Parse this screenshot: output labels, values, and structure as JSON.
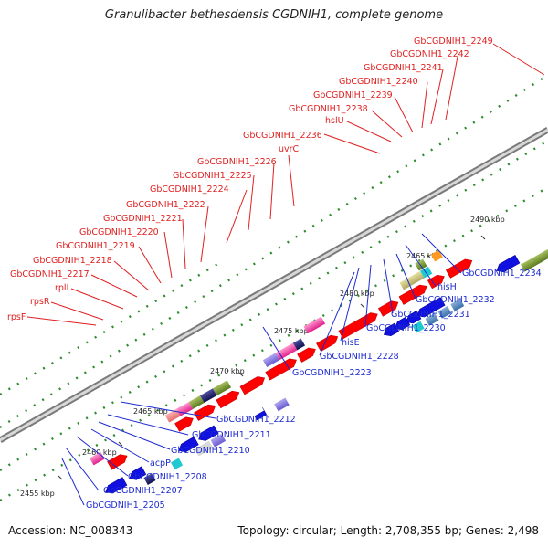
{
  "title": "Granulibacter bethesdensis CGDNIH1, complete genome",
  "accession": "Accession: NC_008343",
  "summary": "Topology: circular; Length: 2,708,355 bp; Genes: 2,498",
  "kbp_labels": [
    "2455 kbp",
    "2460 kbp",
    "2465 kbp",
    "2470 kbp",
    "2475 kbp",
    "2480 kbp",
    "2465 kbp",
    "2490 kbp"
  ],
  "forward_labels": [
    "GbCGDNIH1_2249",
    "GbCGDNIH1_2242",
    "GbCGDNIH1_2241",
    "GbCGDNIH1_2240",
    "GbCGDNIH1_2239",
    "GbCGDNIH1_2238",
    "hslU",
    "GbCGDNIH1_2236",
    "uvrC",
    "GbCGDNIH1_2226",
    "GbCGDNIH1_2225",
    "GbCGDNIH1_2224",
    "GbCGDNIH1_2222",
    "GbCGDNIH1_2221",
    "GbCGDNIH1_2220",
    "GbCGDNIH1_2219",
    "GbCGDNIH1_2218",
    "GbCGDNIH1_2217",
    "rplI",
    "rpsR",
    "rpsF"
  ],
  "reverse_labels_upper": [
    "GbCGDNIH1_2234",
    "hisH",
    "GbCGDNIH1_2232",
    "GbCGDNIH1_2231",
    "GbCGDNIH1_2230",
    "hisE",
    "GbCGDNIH1_2228",
    "GbCGDNIH1_2223"
  ],
  "reverse_labels_lower": [
    "GbCGDNIH1_2212",
    "GbCGDNIH1_2211",
    "GbCGDNIH1_2210",
    "acpP",
    "GbCGDNIH1_2208",
    "GbCGDNIH1_2207",
    "GbCGDNIH1_2205"
  ],
  "colors": {
    "forward_gene": "#ff0000",
    "reverse_gene": "#1010e0",
    "forward_label": "#e02020",
    "reverse_label": "#1d2ad0",
    "backbone": "#9a9a9a",
    "gc_dots": "#2e8b2e"
  }
}
